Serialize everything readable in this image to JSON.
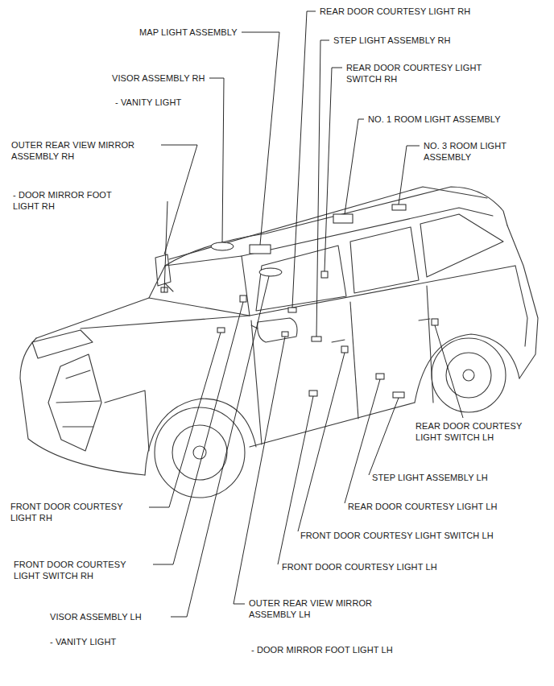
{
  "diagram": {
    "labels": [
      "REAR DOOR COURTESY LIGHT RH",
      "MAP LIGHT ASSEMBLY",
      "STEP LIGHT ASSEMBLY RH",
      "REAR DOOR COURTESY LIGHT SWITCH RH",
      "VISOR ASSEMBLY RH",
      "- VANITY LIGHT",
      "NO. 1 ROOM LIGHT ASSEMBLY",
      "OUTER REAR VIEW MIRROR ASSEMBLY RH",
      "NO. 3 ROOM LIGHT ASSEMBLY",
      "- DOOR MIRROR FOOT LIGHT RH",
      "REAR DOOR COURTESY LIGHT SWITCH LH",
      "STEP LIGHT ASSEMBLY LH",
      "FRONT DOOR COURTESY LIGHT RH",
      "REAR DOOR COURTESY LIGHT LH",
      "FRONT DOOR COURTESY LIGHT SWITCH LH",
      "FRONT DOOR COURTESY LIGHT SWITCH RH",
      "FRONT DOOR COURTESY LIGHT LH",
      "OUTER REAR VIEW MIRROR ASSEMBLY LH",
      "VISOR ASSEMBLY LH",
      "- VANITY LIGHT",
      "- DOOR MIRROR FOOT LIGHT LH"
    ]
  }
}
